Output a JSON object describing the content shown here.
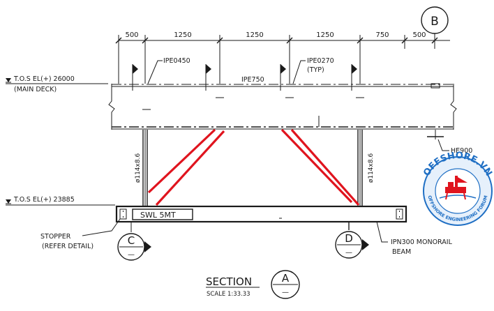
{
  "dimensions": [
    "500",
    "1250",
    "1250",
    "1250",
    "750",
    "500"
  ],
  "grid_bubbles": {
    "b": "B",
    "c": "C",
    "d": "D",
    "section": "A",
    "dash": "—"
  },
  "levels": {
    "upper": "T.O.S EL(+) 26000",
    "upper_sub": "(MAIN DECK)",
    "lower": "T.O.S EL(+) 23885"
  },
  "labels": {
    "ipe450": "IPE0450",
    "ipe270": "IPE0270",
    "typ": "(TYP)",
    "ipe750": "IPE750",
    "he900": "HE900",
    "post_left": "ø114x8.6",
    "post_right": "ø114x8.6",
    "swl": "SWL 5MT",
    "stopper_1": "STOPPER",
    "stopper_2": "(REFER DETAIL)",
    "monorail_1": "IPN300 MONORAIL",
    "monorail_2": "BEAM"
  },
  "title": {
    "section": "SECTION",
    "scale": "SCALE 1:33.33"
  },
  "watermark": {
    "top": "OFFSHORE.VN",
    "bottom": "OFFSHORE ENGINEERING FORUM"
  },
  "colors": {
    "line": "#1a1a1a",
    "brace": "#e0141e",
    "watermark": "#1f6fc4"
  }
}
